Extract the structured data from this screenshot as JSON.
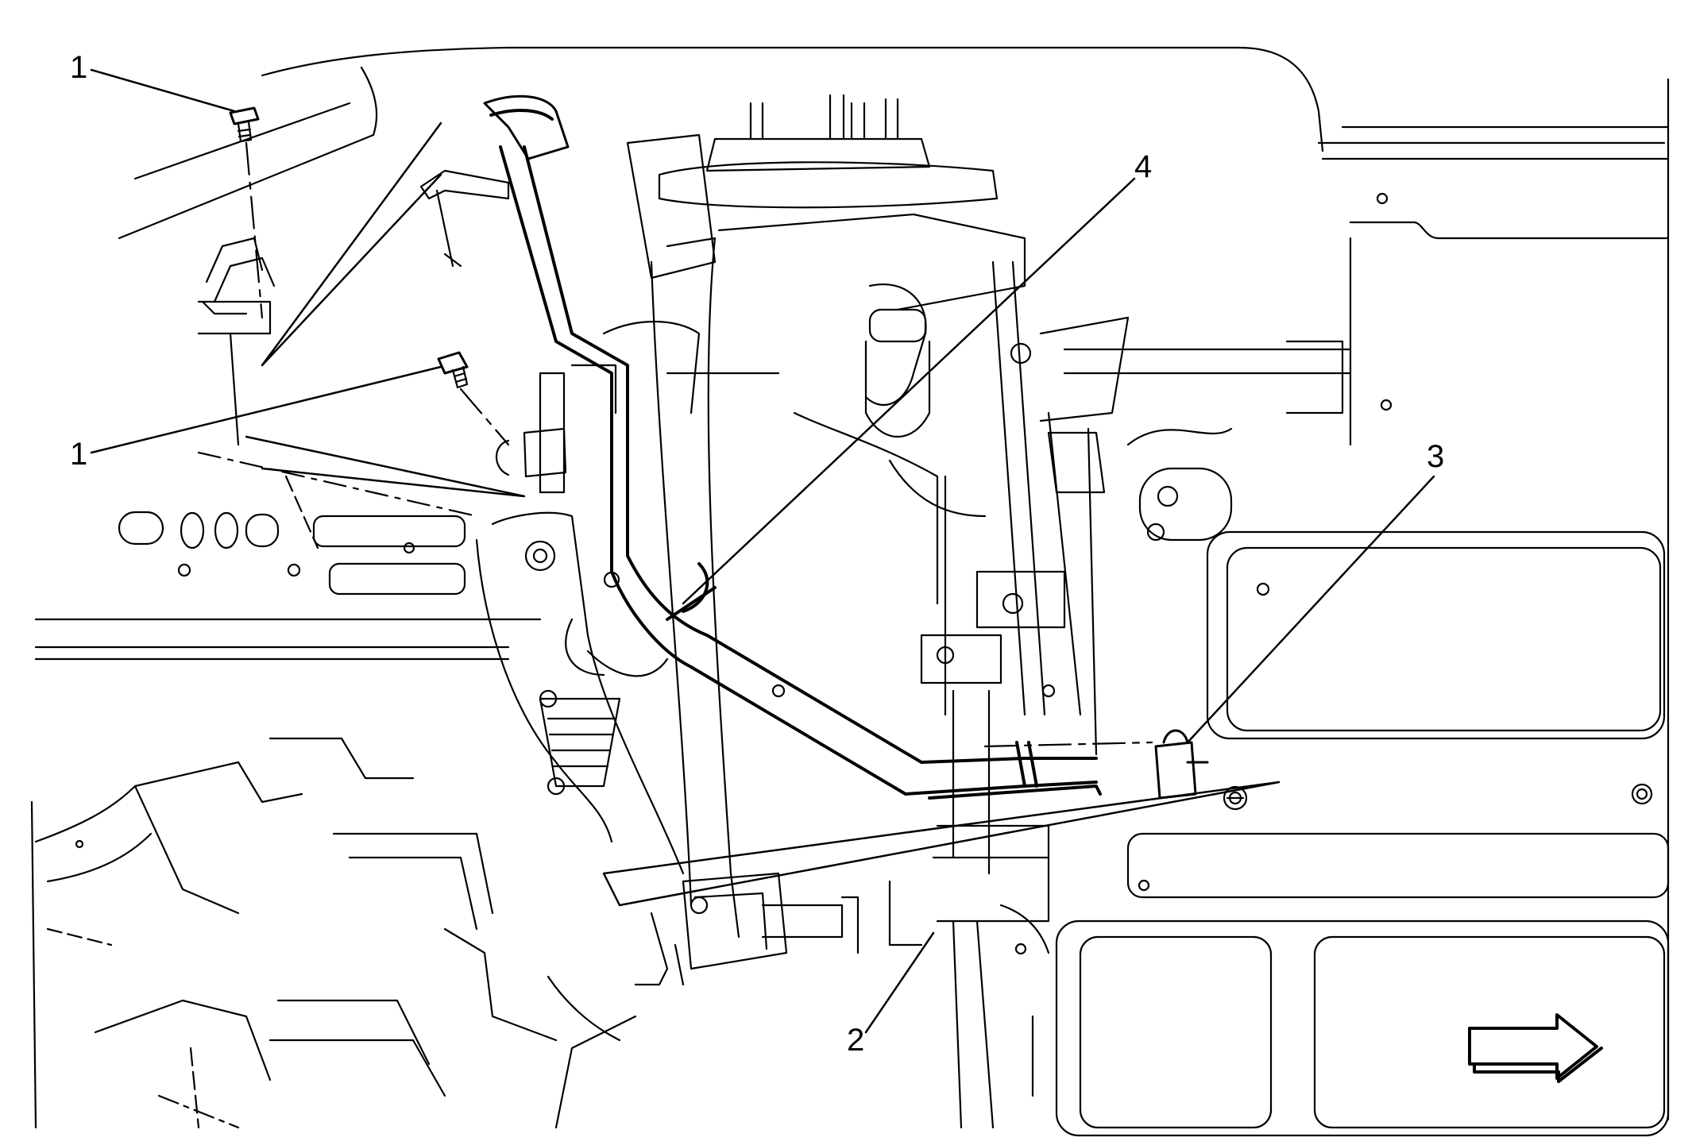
{
  "diagram": {
    "callouts": [
      {
        "id": "c1a",
        "label": "1"
      },
      {
        "id": "c1b",
        "label": "1"
      },
      {
        "id": "c2",
        "label": "2"
      },
      {
        "id": "c3",
        "label": "3"
      },
      {
        "id": "c4",
        "label": "4"
      }
    ],
    "direction_arrow": "right",
    "line_color": "#000000",
    "background_color": "#ffffff"
  }
}
